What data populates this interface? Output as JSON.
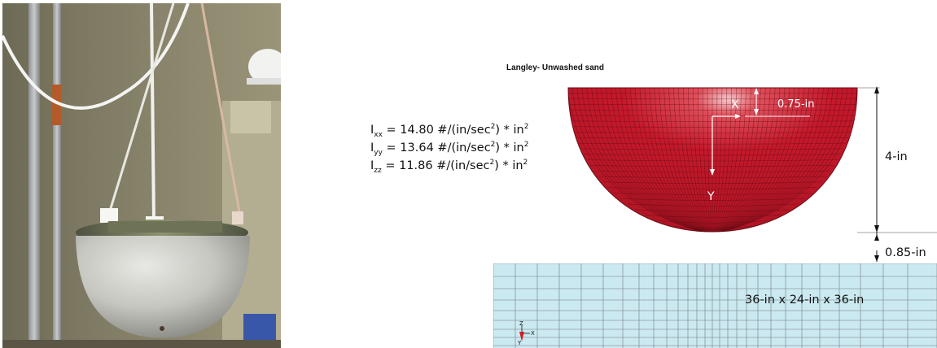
{
  "photo": {
    "description_icon": "hemispherical-impactor-photo"
  },
  "simulation": {
    "title": "Langley- Unwashed sand",
    "inertia": [
      {
        "sym": "I",
        "sub": "xx",
        "text": " = 14.80 #/(in/sec",
        "sup1": "2",
        "mid": ") * in",
        "sup2": "2"
      },
      {
        "sym": "I",
        "sub": "yy",
        "text": " = 13.64 #/(in/sec",
        "sup1": "2",
        "mid": ") * in",
        "sup2": "2"
      },
      {
        "sym": "I",
        "sub": "zz",
        "text": " = 11.86 #/(in/sec",
        "sup1": "2",
        "mid": ") * in",
        "sup2": "2"
      }
    ],
    "axis_x_label": "X",
    "axis_y_label": "Y",
    "dim_offset": "0.75-in",
    "dim_height": "4-in",
    "dim_gap": "0.85-in",
    "sand_box_label": "36-in x 24-in x 36-in",
    "triad": {
      "x": "X",
      "y": "Y",
      "z": "Z"
    },
    "colors": {
      "hemisphere": "#c4192b",
      "hemisphere_mesh": "#5a0a12",
      "sand": "#cbe9f0",
      "sand_mesh": "#707b80"
    }
  }
}
